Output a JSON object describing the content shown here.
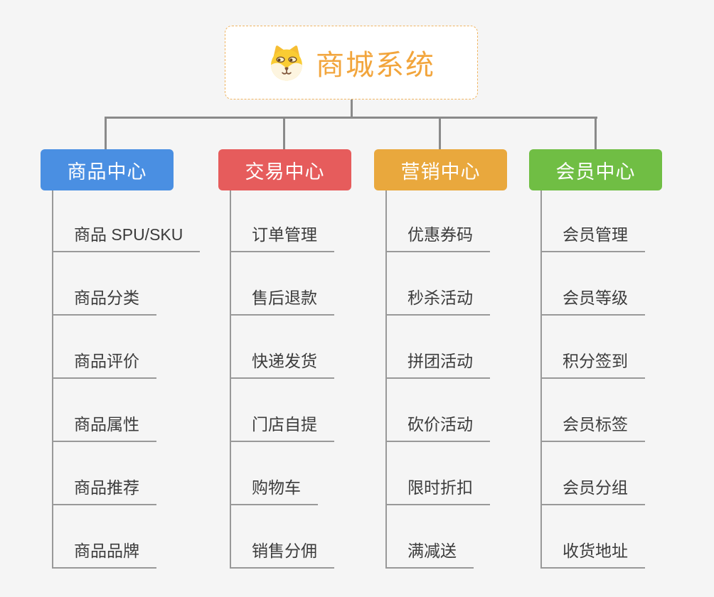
{
  "root": {
    "title": "商城系统",
    "icon": "doge-icon",
    "border_color": "#F0B561",
    "text_color": "#F2A53C"
  },
  "connector_color": "#8A8A8A",
  "leaf_line_color": "#999999",
  "background_color": "#F5F5F5",
  "branches": [
    {
      "label": "商品中心",
      "color": "#4A8FE2",
      "items": [
        "商品 SPU/SKU",
        "商品分类",
        "商品评价",
        "商品属性",
        "商品推荐",
        "商品品牌"
      ]
    },
    {
      "label": "交易中心",
      "color": "#E65C5C",
      "items": [
        "订单管理",
        "售后退款",
        "快递发货",
        "门店自提",
        "购物车",
        "销售分佣"
      ]
    },
    {
      "label": "营销中心",
      "color": "#E9A83D",
      "items": [
        "优惠券码",
        "秒杀活动",
        "拼团活动",
        "砍价活动",
        "限时折扣",
        "满减送"
      ]
    },
    {
      "label": "会员中心",
      "color": "#70BE44",
      "items": [
        "会员管理",
        "会员等级",
        "积分签到",
        "会员标签",
        "会员分组",
        "收货地址"
      ]
    }
  ]
}
